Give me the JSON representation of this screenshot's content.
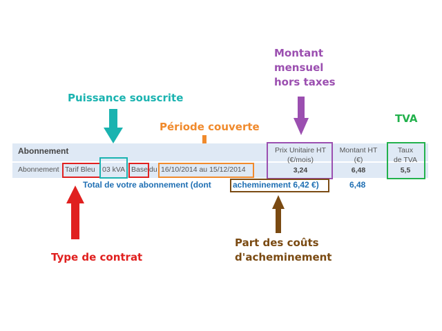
{
  "annotations": {
    "puissance": "Puissance souscrite",
    "periode": "Période couverte",
    "montant": [
      "Montant",
      "mensuel",
      "hors taxes"
    ],
    "tva": "TVA",
    "type_contrat": "Type de contrat",
    "part_couts": [
      "Part des coûts",
      "d'acheminement"
    ]
  },
  "colors": {
    "teal": "#1ab3b0",
    "orange": "#f08a2c",
    "purple": "#9b4fb0",
    "green": "#22b14c",
    "red": "#e0201f",
    "brown": "#7a4a12",
    "blue": "#1f6fb3",
    "band": "#dfe9f5"
  },
  "invoice": {
    "section_title": "Abonnement",
    "headers": {
      "prix_unitaire": [
        "Prix Unitaire HT",
        "(€/mois)"
      ],
      "montant_ht": [
        "Montant HT",
        "(€)"
      ],
      "taux_tva": [
        "Taux",
        "de TVA"
      ]
    },
    "row": {
      "prefix": "Abonnement",
      "tarif": "Tarif Bleu",
      "kva": "03 kVA",
      "base": "Base",
      "du": "du",
      "periode": "16/10/2014 au 15/12/2014",
      "prix_unitaire": "3,24",
      "montant_ht": "6,48",
      "taux_tva": "5,5"
    },
    "total": {
      "label": "Total de votre abonnement (dont",
      "acheminement": "acheminement 6,42 €)",
      "value": "6,48"
    }
  }
}
